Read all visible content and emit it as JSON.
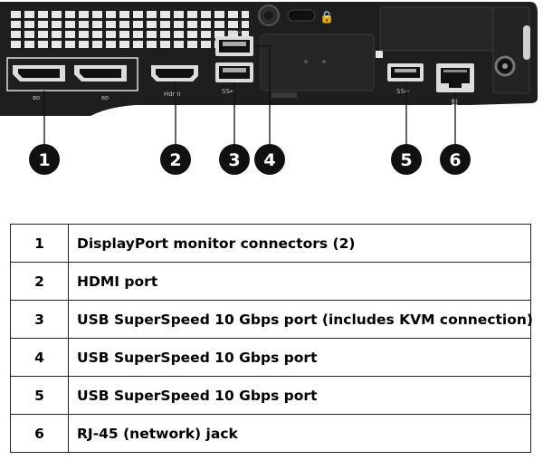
{
  "figure": {
    "port_marks": {
      "displayport_left": "ʙᴅ",
      "displayport_right": "ʙᴅ",
      "hdmi": "Hdmi",
      "usb_kvm": "SS←",
      "usb_upper": "SS←",
      "usb_right": "SS←"
    },
    "callouts": [
      {
        "number": "1"
      },
      {
        "number": "2"
      },
      {
        "number": "3"
      },
      {
        "number": "4"
      },
      {
        "number": "5"
      },
      {
        "number": "6"
      }
    ]
  },
  "legend": {
    "rows": [
      {
        "number": "1",
        "description": "DisplayPort monitor connectors (2)"
      },
      {
        "number": "2",
        "description": "HDMI port"
      },
      {
        "number": "3",
        "description": "USB SuperSpeed 10 Gbps port (includes KVM connection)"
      },
      {
        "number": "4",
        "description": "USB SuperSpeed 10 Gbps port"
      },
      {
        "number": "5",
        "description": "USB SuperSpeed 10 Gbps port"
      },
      {
        "number": "6",
        "description": "RJ-45 (network) jack"
      }
    ]
  }
}
